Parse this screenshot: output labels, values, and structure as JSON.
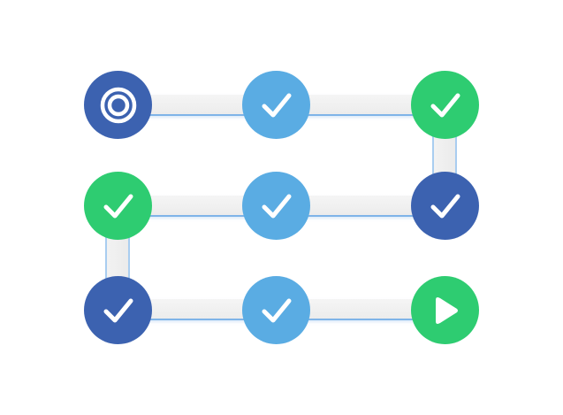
{
  "colors": {
    "dark_blue": "#3c62b0",
    "light_blue": "#5aace3",
    "green": "#2ecc71",
    "connector": "#eeeeee",
    "connector_edge": "#7fb4e8",
    "icon": "#ffffff"
  },
  "rows": [
    {
      "nodes": [
        {
          "icon": "target-icon",
          "color": "#3c62b0"
        },
        {
          "icon": "check-icon",
          "color": "#5aace3"
        },
        {
          "icon": "check-icon",
          "color": "#2ecc71"
        }
      ]
    },
    {
      "nodes": [
        {
          "icon": "check-icon",
          "color": "#2ecc71"
        },
        {
          "icon": "check-icon",
          "color": "#5aace3"
        },
        {
          "icon": "check-icon",
          "color": "#3c62b0"
        }
      ]
    },
    {
      "nodes": [
        {
          "icon": "check-icon",
          "color": "#3c62b0"
        },
        {
          "icon": "check-icon",
          "color": "#5aace3"
        },
        {
          "icon": "play-icon",
          "color": "#2ecc71"
        }
      ]
    }
  ],
  "links": [
    {
      "from": "row-1-node-3",
      "to": "row-2-node-3",
      "direction": "down-right"
    },
    {
      "from": "row-2-node-1",
      "to": "row-3-node-1",
      "direction": "down-left"
    }
  ]
}
